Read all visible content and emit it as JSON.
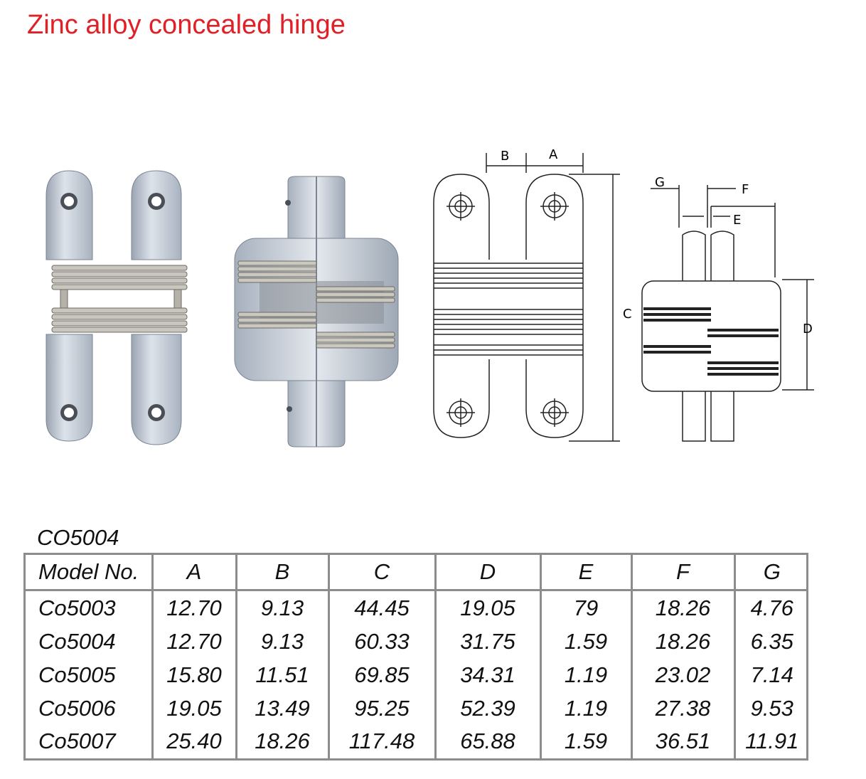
{
  "title": "Zinc alloy concealed hinge",
  "subtitle": "CO5004",
  "dimension_labels": {
    "A": "A",
    "B": "B",
    "C": "C",
    "D": "D",
    "E": "E",
    "F": "F",
    "G": "G"
  },
  "table": {
    "headers": [
      "Model No.",
      "A",
      "B",
      "C",
      "D",
      "E",
      "F",
      "G"
    ],
    "rows": [
      [
        "Co5003",
        "12.70",
        "9.13",
        "44.45",
        "19.05",
        "79",
        "18.26",
        "4.76"
      ],
      [
        "Co5004",
        "12.70",
        "9.13",
        "60.33",
        "31.75",
        "1.59",
        "18.26",
        "6.35"
      ],
      [
        "Co5005",
        "15.80",
        "11.51",
        "69.85",
        "34.31",
        "1.19",
        "23.02",
        "7.14"
      ],
      [
        "Co5006",
        "19.05",
        "13.49",
        "95.25",
        "52.39",
        "1.19",
        "27.38",
        "9.53"
      ],
      [
        "Co5007",
        "25.40",
        "18.26",
        "117.48",
        "65.88",
        "1.59",
        "36.51",
        "11.91"
      ]
    ]
  },
  "colors": {
    "title": "#e01f26",
    "border": "#8c8c8c",
    "metal": "#c3cad4"
  }
}
